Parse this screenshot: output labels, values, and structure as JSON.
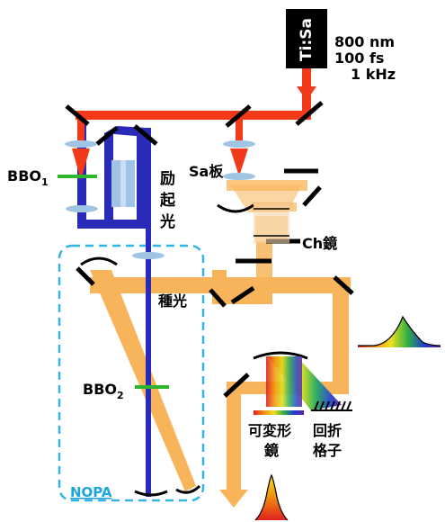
{
  "laser": {
    "name": "Ti:Sa",
    "spec_wavelength": "800 nm",
    "spec_duration": "100 fs",
    "spec_rate": "1 kHz"
  },
  "labels": {
    "bbo1_main": "BBO",
    "bbo1_sub": "1",
    "bbo2_main": "BBO",
    "bbo2_sub": "2",
    "pump_light": [
      "励",
      "起",
      "光"
    ],
    "sa_plate": "Sa板",
    "chirp_mirror": "Ch鏡",
    "seed_light": "種光",
    "nopa": "NOPA",
    "deformable_mirror": [
      "可変形",
      "鏡"
    ],
    "grating": [
      "回折",
      "格子"
    ]
  },
  "colors": {
    "fundamental": "#f03a1a",
    "pump": "#2a2ab8",
    "seed": "#f8b45a",
    "mirror": "#000000",
    "lens": "#9fc4e4",
    "crystal": "#2db52d",
    "nopa_box": "#34b4e4",
    "nopa_text": "#1aa6dc"
  }
}
